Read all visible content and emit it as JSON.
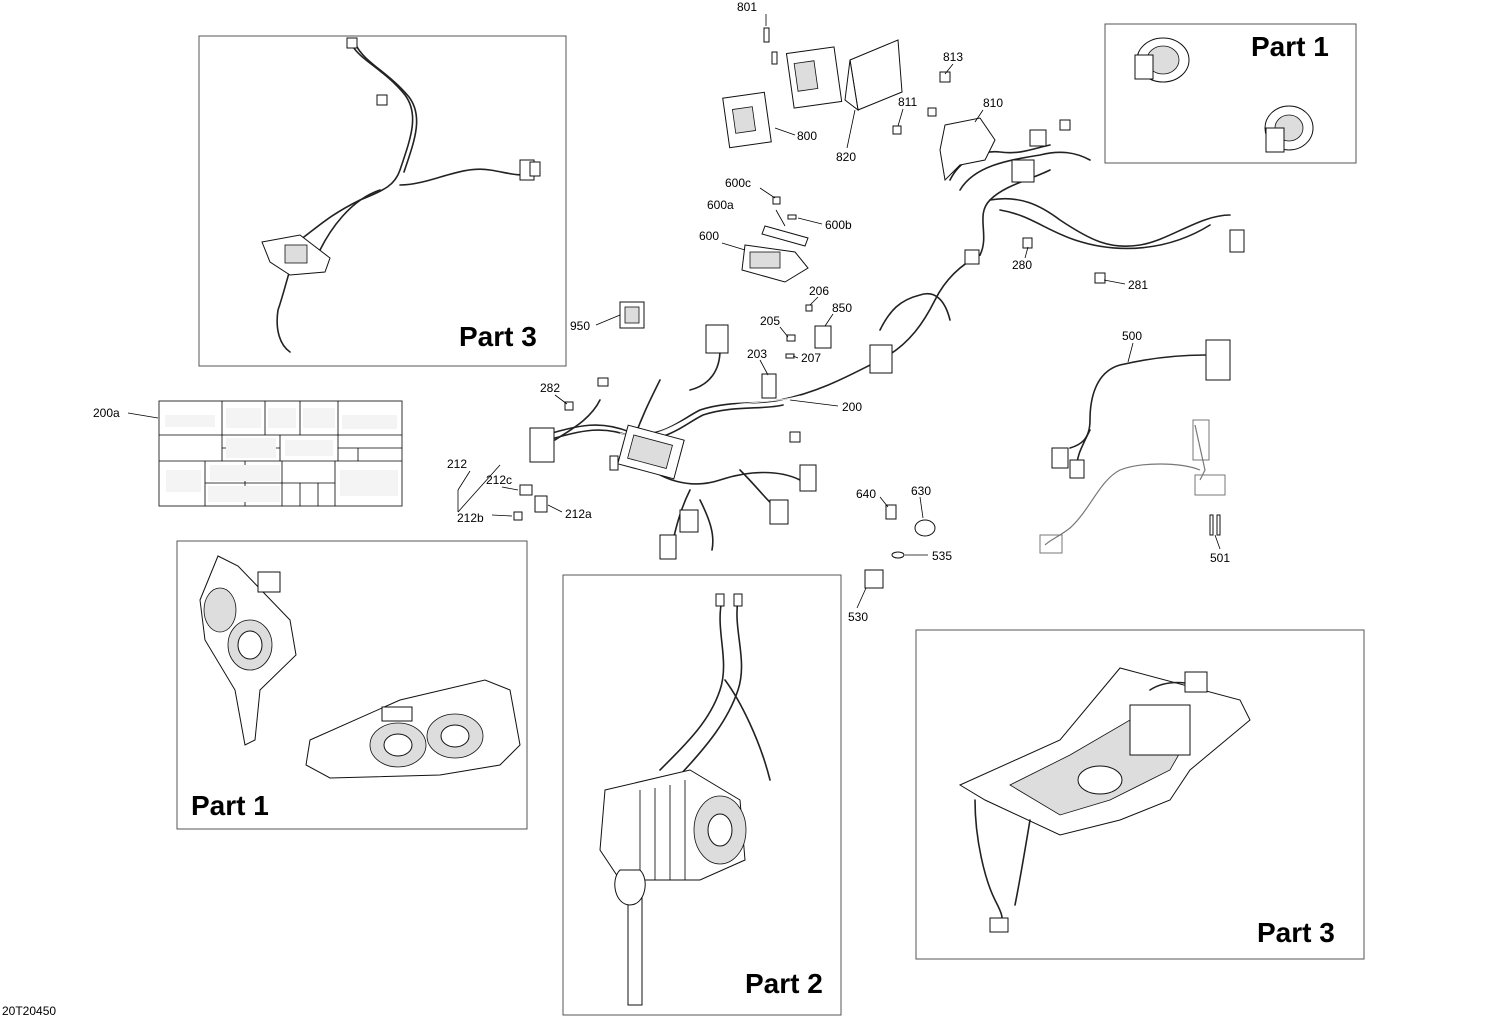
{
  "drawing_id": "20T20450",
  "panel_titles": {
    "top_left": "Part 3",
    "top_right": "Part 1",
    "bottom_left": "Part 1",
    "bottom_center": "Part 2",
    "bottom_right": "Part 3"
  },
  "callouts": {
    "c801": "801",
    "c813": "813",
    "c810": "810",
    "c811": "811",
    "c800": "800",
    "c820": "820",
    "c600c": "600c",
    "c600a": "600a",
    "c600b": "600b",
    "c600": "600",
    "c280": "280",
    "c281": "281",
    "c206": "206",
    "c205": "205",
    "c850": "850",
    "c950": "950",
    "c203": "203",
    "c207": "207",
    "c500": "500",
    "c200": "200",
    "c282": "282",
    "c200a": "200a",
    "c212": "212",
    "c212c": "212c",
    "c212b": "212b",
    "c212a": "212a",
    "c640": "640",
    "c630": "630",
    "c535": "535",
    "c530": "530",
    "c501": "501"
  }
}
